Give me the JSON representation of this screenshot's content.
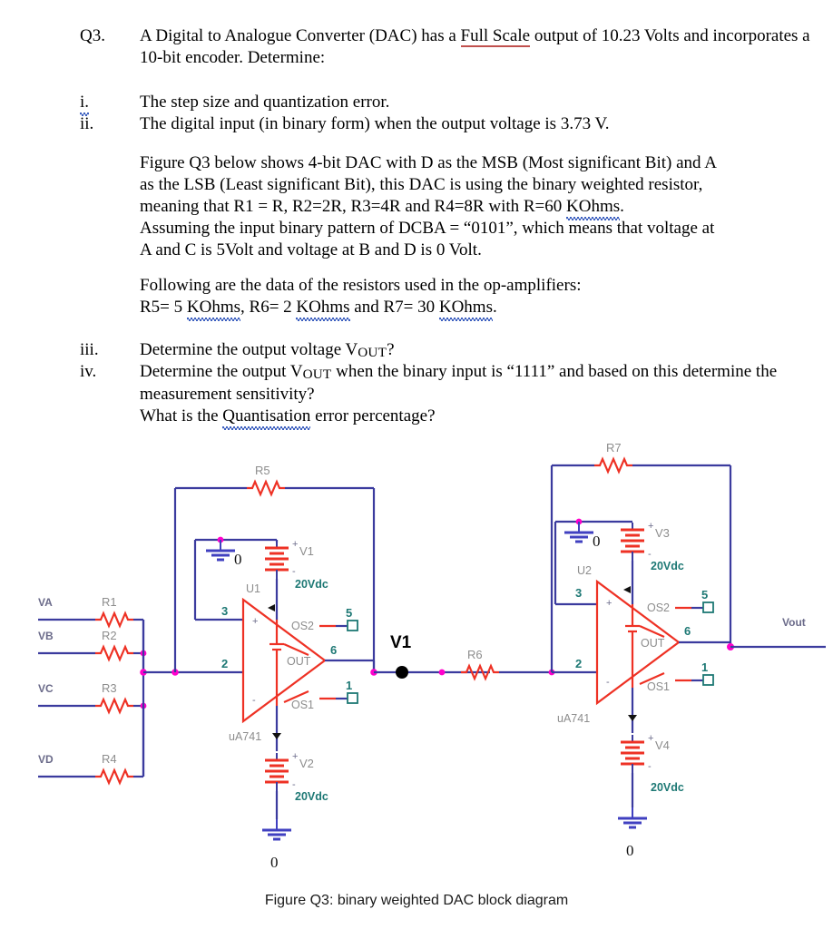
{
  "question": {
    "number": "Q3.",
    "intro_part1": "A Digital to Analogue Converter (DAC) has a ",
    "intro_fullscale": "Full Scale",
    "intro_part2": " output of 10.23 Volts and incorporates a 10-bit encoder. Determine:",
    "items": [
      {
        "marker": "i.",
        "text": "The step size and quantization error."
      },
      {
        "marker": "ii.",
        "text": "The digital input (in binary form) when the output voltage is 3.73 V."
      }
    ],
    "paragraph_figure_line1": "Figure Q3 below shows 4-bit DAC with D as the MSB (Most significant Bit) and A",
    "paragraph_figure_line2": "as the LSB (Least significant Bit), this DAC is using the binary weighted resistor,",
    "paragraph_figure_line3_a": "meaning that R1 = R, R2=2R, R3=4R and R4=8R with R=60 ",
    "paragraph_figure_line3_b": "KOhms",
    "paragraph_figure_line3_c": ".",
    "paragraph_figure_line4": "Assuming the input binary pattern of DCBA = “0101”, which means that voltage at",
    "paragraph_figure_line5": "A and C is 5Volt and voltage at B and D is 0 Volt.",
    "paragraph_resistors_line1": "Following are the data of the resistors used in the op-amplifiers:",
    "paragraph_resistors_r5_pre": "R5= 5 ",
    "paragraph_resistors_r5_val": "KOhms",
    "paragraph_resistors_r6_pre": ", R6= 2 ",
    "paragraph_resistors_r6_val": "KOhms",
    "paragraph_resistors_r7_pre": " and R7= 30 ",
    "paragraph_resistors_r7_val": "KOhms",
    "paragraph_resistors_end": ".",
    "item_iii_marker": "iii.",
    "item_iii_pre": "Determine the output voltage V",
    "item_iii_sub": "OUT",
    "item_iii_post": "?",
    "item_iv_marker": "iv.",
    "item_iv_pre": "Determine the output V",
    "item_iv_sub": "OUT",
    "item_iv_post": " when the binary input is “1111” and based on this determine the measurement sensitivity?",
    "item_iv_line3_a": "What is the ",
    "item_iv_line3_b": "Quantisation",
    "item_iv_line3_c": " error percentage?"
  },
  "figure": {
    "caption": "Figure Q3: binary weighted DAC block diagram",
    "input_labels": [
      "VA",
      "VB",
      "VC",
      "VD"
    ],
    "input_resistors": [
      "R1",
      "R2",
      "R3",
      "R4"
    ],
    "feedback_resistor_u1": "R5",
    "series_resistor": "R6",
    "feedback_resistor_u2": "R7",
    "node_label": "V1",
    "output_label": "Vout",
    "opamps": [
      {
        "ref": "U1",
        "part": "uA741",
        "pin_plus": "3",
        "pin_minus": "2",
        "pin_out": "6",
        "label_out": "OUT",
        "label_os1": "OS1",
        "label_os2": "OS2",
        "pin_os1": "1",
        "pin_os2": "5",
        "plus_sign": "+",
        "minus_sign": "-"
      },
      {
        "ref": "U2",
        "part": "uA741",
        "pin_plus": "3",
        "pin_minus": "2",
        "pin_out": "6",
        "label_out": "OUT",
        "label_os1": "OS1",
        "label_os2": "OS2",
        "pin_os1": "1",
        "pin_os2": "5",
        "plus_sign": "+",
        "minus_sign": "-"
      }
    ],
    "sources": [
      {
        "ref": "V1",
        "value": "20Vdc"
      },
      {
        "ref": "V2",
        "value": "20Vdc"
      },
      {
        "ref": "V3",
        "value": "20Vdc"
      },
      {
        "ref": "V4",
        "value": "20Vdc"
      }
    ],
    "ground_label": "0",
    "colors": {
      "wire": "#3b3b9e",
      "component": "#ee3124",
      "junction": "#ff00cc",
      "pin_number": "#1d7874",
      "ground": "#4040c0",
      "device_label": "#8d8d8d"
    }
  }
}
